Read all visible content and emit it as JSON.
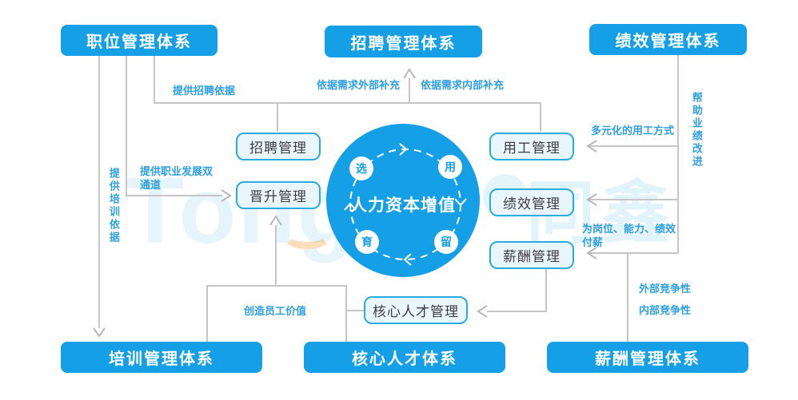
{
  "diagram": {
    "title_center": "人力资本增值",
    "center": {
      "title": "人力资本增值",
      "cycle": [
        {
          "label": "选",
          "position": "top-left"
        },
        {
          "label": "用",
          "position": "top-right"
        },
        {
          "label": "留",
          "position": "bottom-right"
        },
        {
          "label": "育",
          "position": "bottom-left"
        }
      ]
    },
    "top_banners": [
      {
        "label": "职位管理体系"
      },
      {
        "label": "招聘管理体系"
      },
      {
        "label": "绩效管理体系"
      }
    ],
    "bottom_banners": [
      {
        "label": "培训管理体系"
      },
      {
        "label": "核心人才体系"
      },
      {
        "label": "薪酬管理体系"
      }
    ],
    "modules": [
      {
        "label": "招聘管理"
      },
      {
        "label": "晋升管理"
      },
      {
        "label": "用工管理"
      },
      {
        "label": "绩效管理"
      },
      {
        "label": "薪酬管理"
      },
      {
        "label": "核心人才管理"
      }
    ],
    "edge_labels": {
      "provide_recruit_basis": "提供招聘依据",
      "external_supplement": "依据需求外部补充",
      "internal_supplement": "依据需求内部补充",
      "diverse_employment": "多元化的用工方式",
      "help_performance": "帮助业绩改进",
      "provide_training_basis": "提供培训依据",
      "dual_career_channel": "提供职业发展双通道",
      "pay_for_position_ability_performance": "为岗位、能力、绩效付薪",
      "external_competitiveness": "外部竞争性",
      "internal_competitiveness": "内部竞争性",
      "create_employee_value": "创造员工价值"
    },
    "watermark": {
      "latin": "Tong",
      "cjk": "同鑫"
    },
    "colors": {
      "primary": "#149fe6",
      "module_border": "#29abe2",
      "module_fill": "#eaf6fd",
      "line": "#c6c6c6",
      "label_text": "#2e9fe0"
    }
  }
}
